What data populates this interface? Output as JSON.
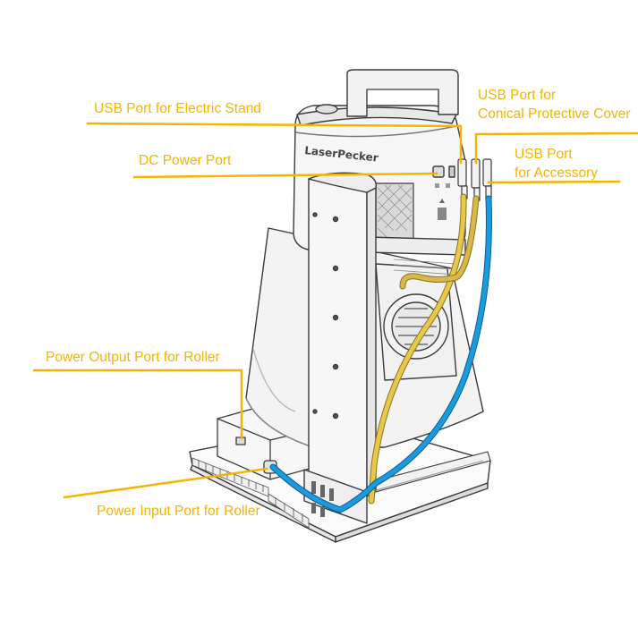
{
  "device": {
    "brand_text": "LaserPecker"
  },
  "callouts": {
    "usb_electric_stand": {
      "text": "USB Port for Electric Stand"
    },
    "usb_conical_cover": {
      "line1": "USB Port for",
      "line2": "Conical Protective Cover"
    },
    "usb_accessory": {
      "line1": "USB Port",
      "line2": "for Accessory"
    },
    "dc_power": {
      "text": "DC Power Port"
    },
    "power_output_roller": {
      "text": "Power Output Port for Roller"
    },
    "power_input_roller": {
      "text": "Power Input Port for Roller"
    }
  },
  "colors": {
    "label": "#f5b400",
    "leader_line": "#f5b400",
    "cable_yellow": "#e8c84a",
    "cable_blue": "#1a9be0",
    "outline": "#3a3a3a"
  }
}
